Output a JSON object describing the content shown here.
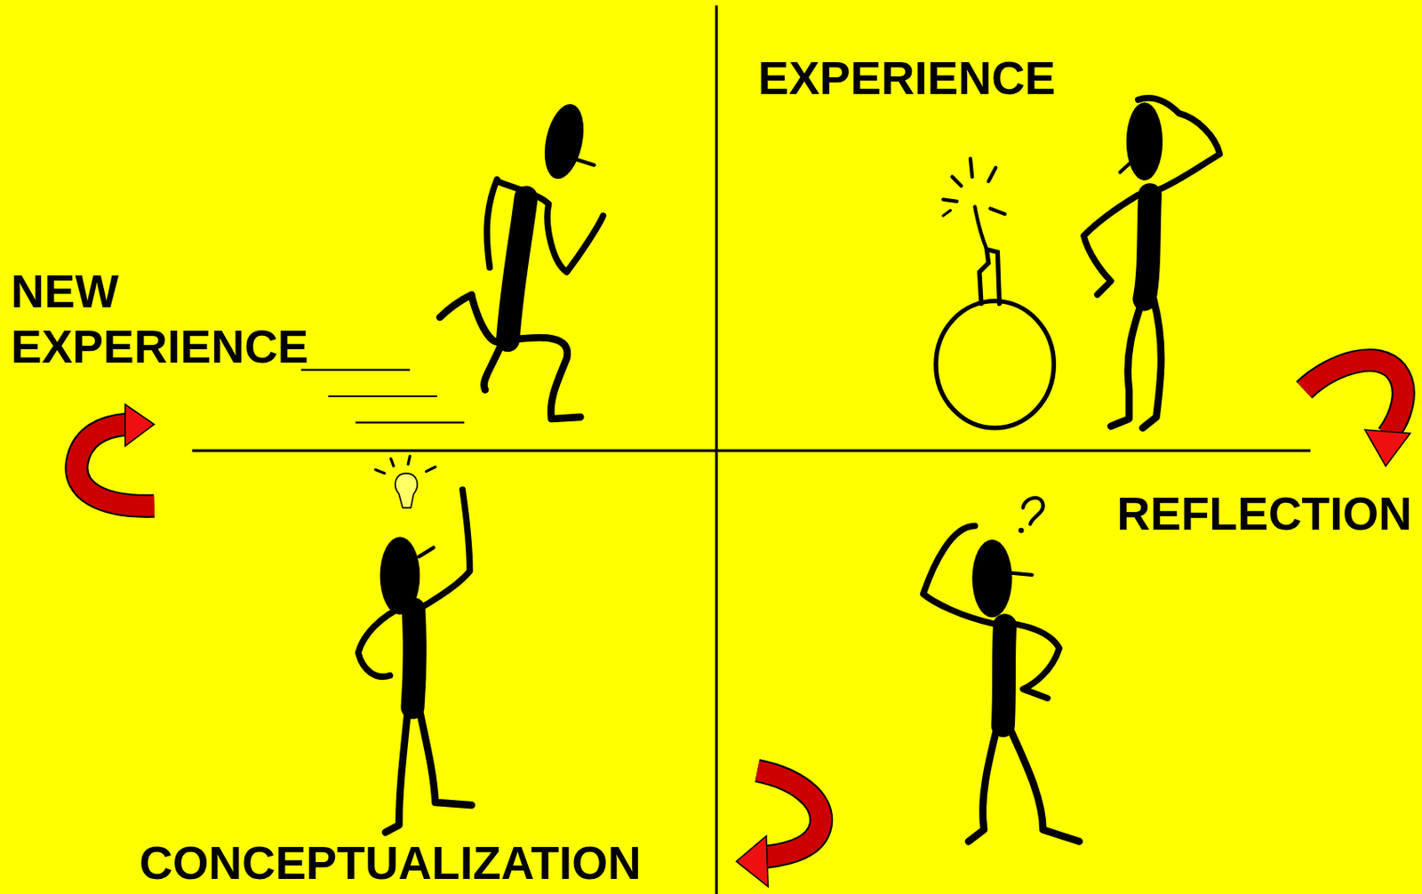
{
  "diagram": {
    "labels": [
      "EXPERIENCE",
      "NEW EXPERIENCE",
      "REFLECTION",
      "CONCEPTUALIZATION"
    ]
  }
}
